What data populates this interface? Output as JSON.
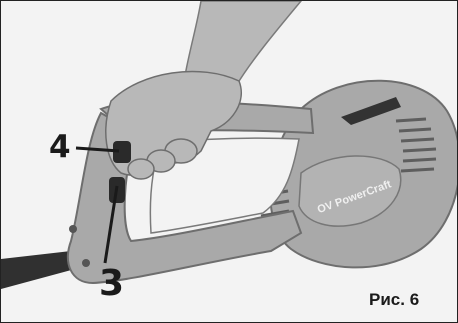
{
  "figure": {
    "caption": "Рис. 6",
    "callouts": {
      "four": "4",
      "three": "3"
    },
    "housing_brand_text": "OV PowerCraft",
    "colors": {
      "background": "#f3f3f3",
      "housing": "#a9a9a9",
      "housing_shadow": "#8a8a8a",
      "skin": "#b8b8b8",
      "tube": "#303030",
      "leader_lines": "#1a1a1a"
    }
  }
}
